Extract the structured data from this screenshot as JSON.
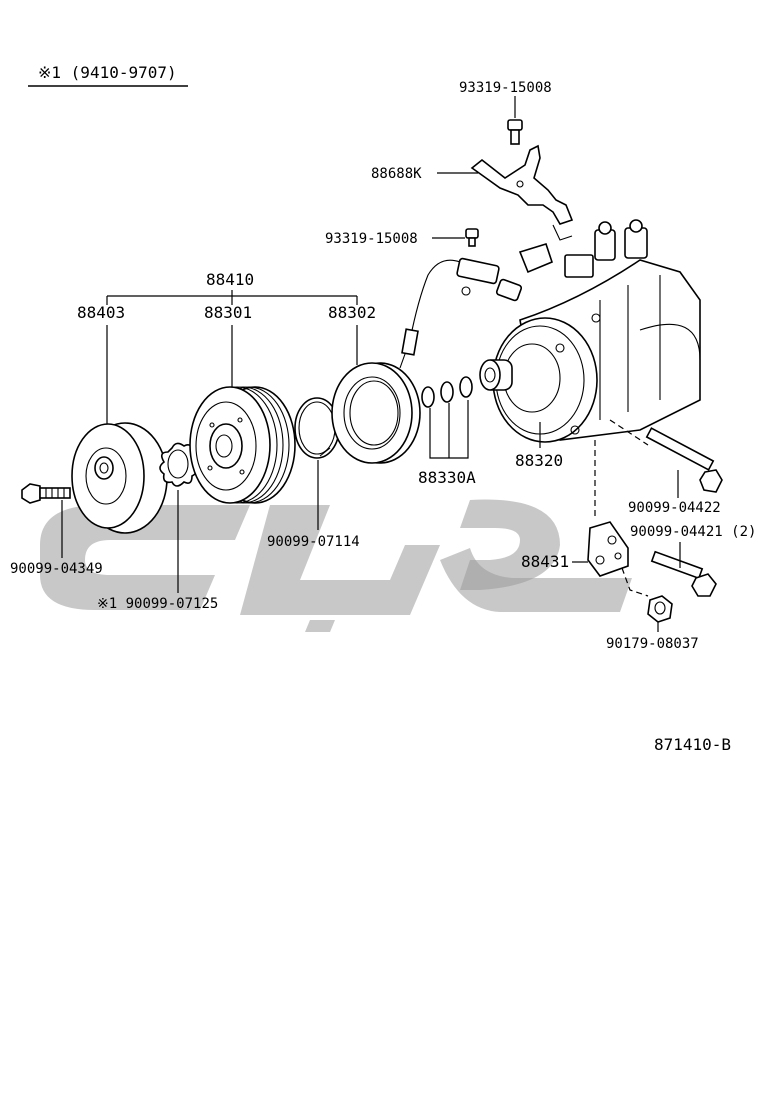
{
  "diagram": {
    "note": "※1 (9410-9707)",
    "figure_code": "871410-B",
    "labels": {
      "bolt_top": "93319-15008",
      "bracket_top": "88688K",
      "bolt_mid": "93319-15008",
      "clutch_assy": "88410",
      "pressure_plate": "88403",
      "pulley": "88301",
      "field_coil": "88302",
      "shims": "88330A",
      "compressor": "88320",
      "bolt_left": "90099-04349",
      "snap_ring_1": "※1 90099-07125",
      "snap_ring_2": "90099-07114",
      "bolt_long_1": "90099-04422",
      "bolt_long_2": "90099-04421 (2)",
      "stay": "88431",
      "nut": "90179-08037"
    }
  }
}
